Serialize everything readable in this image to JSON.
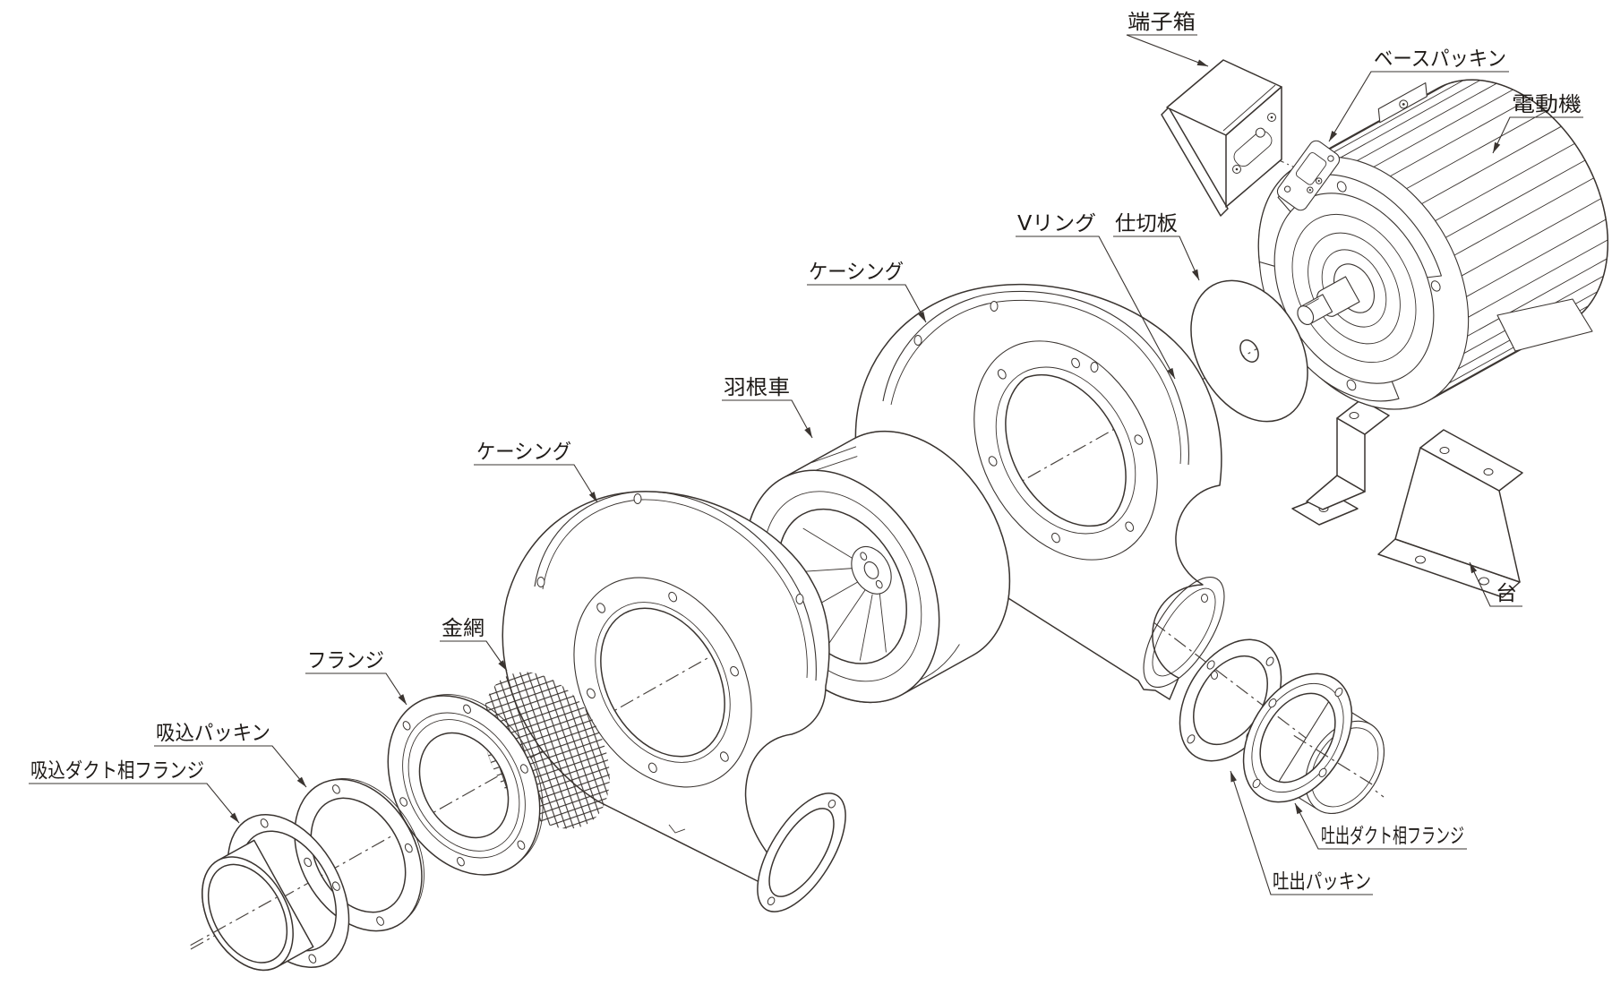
{
  "diagram": {
    "ink_color": "#3a3430",
    "background": "#ffffff",
    "labels": [
      {
        "id": "terminal-box",
        "text": "端子箱"
      },
      {
        "id": "base-packing",
        "text": "ベースパッキン"
      },
      {
        "id": "motor",
        "text": "電動機"
      },
      {
        "id": "v-ring",
        "text": "Vリング"
      },
      {
        "id": "partition-plate",
        "text": "仕切板"
      },
      {
        "id": "casing-rear",
        "text": "ケーシング"
      },
      {
        "id": "impeller",
        "text": "羽根車"
      },
      {
        "id": "casing-front",
        "text": "ケーシング"
      },
      {
        "id": "wire-mesh",
        "text": "金網"
      },
      {
        "id": "flange",
        "text": "フランジ"
      },
      {
        "id": "suction-packing",
        "text": "吸込パッキン"
      },
      {
        "id": "suction-duct-flange",
        "text": "吸込ダクト相フランジ"
      },
      {
        "id": "discharge-duct-flange",
        "text": "吐出ダクト相フランジ"
      },
      {
        "id": "discharge-packing",
        "text": "吐出パッキン"
      },
      {
        "id": "stand",
        "text": "台"
      }
    ]
  }
}
